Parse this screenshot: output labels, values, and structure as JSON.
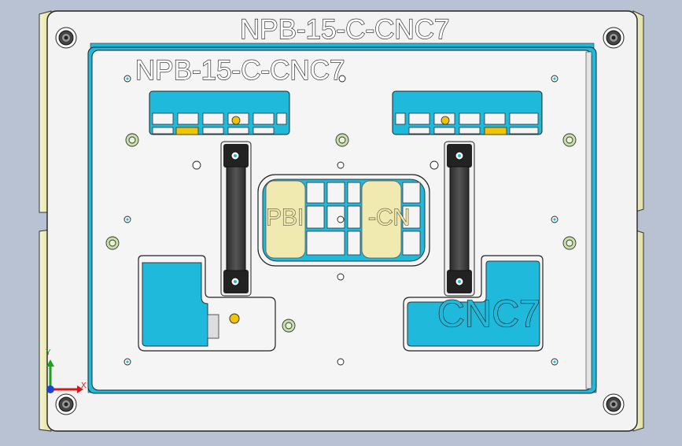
{
  "drawing": {
    "top_label": "NPB-15-C-CNC7",
    "plate_label": "NPB-15-C-CNC7",
    "pocket_right_label": "CNC7",
    "window_fragment_left": "PBI",
    "window_fragment_right": "-CN"
  },
  "triad": {
    "x_label": "X",
    "y_label": "Y",
    "colors": {
      "x": "#d21919",
      "y": "#19a319",
      "z": "#1f3fd6"
    }
  },
  "colors": {
    "background": "#b9c2d3",
    "base_plate": "#f3f3f3",
    "side_rail": "#ecebb4",
    "pocket_cyan": "#1fb9dc",
    "handle": "#3a3a3a",
    "cutout_yellow": "#f1eab0",
    "pin_green": "#c9e0a8",
    "pin_gold": "#f0c400"
  },
  "icons": {
    "corner_screws": "socket-screw-icon",
    "locating_pins": "locating-pin-icon",
    "holes": "through-hole-icon"
  }
}
